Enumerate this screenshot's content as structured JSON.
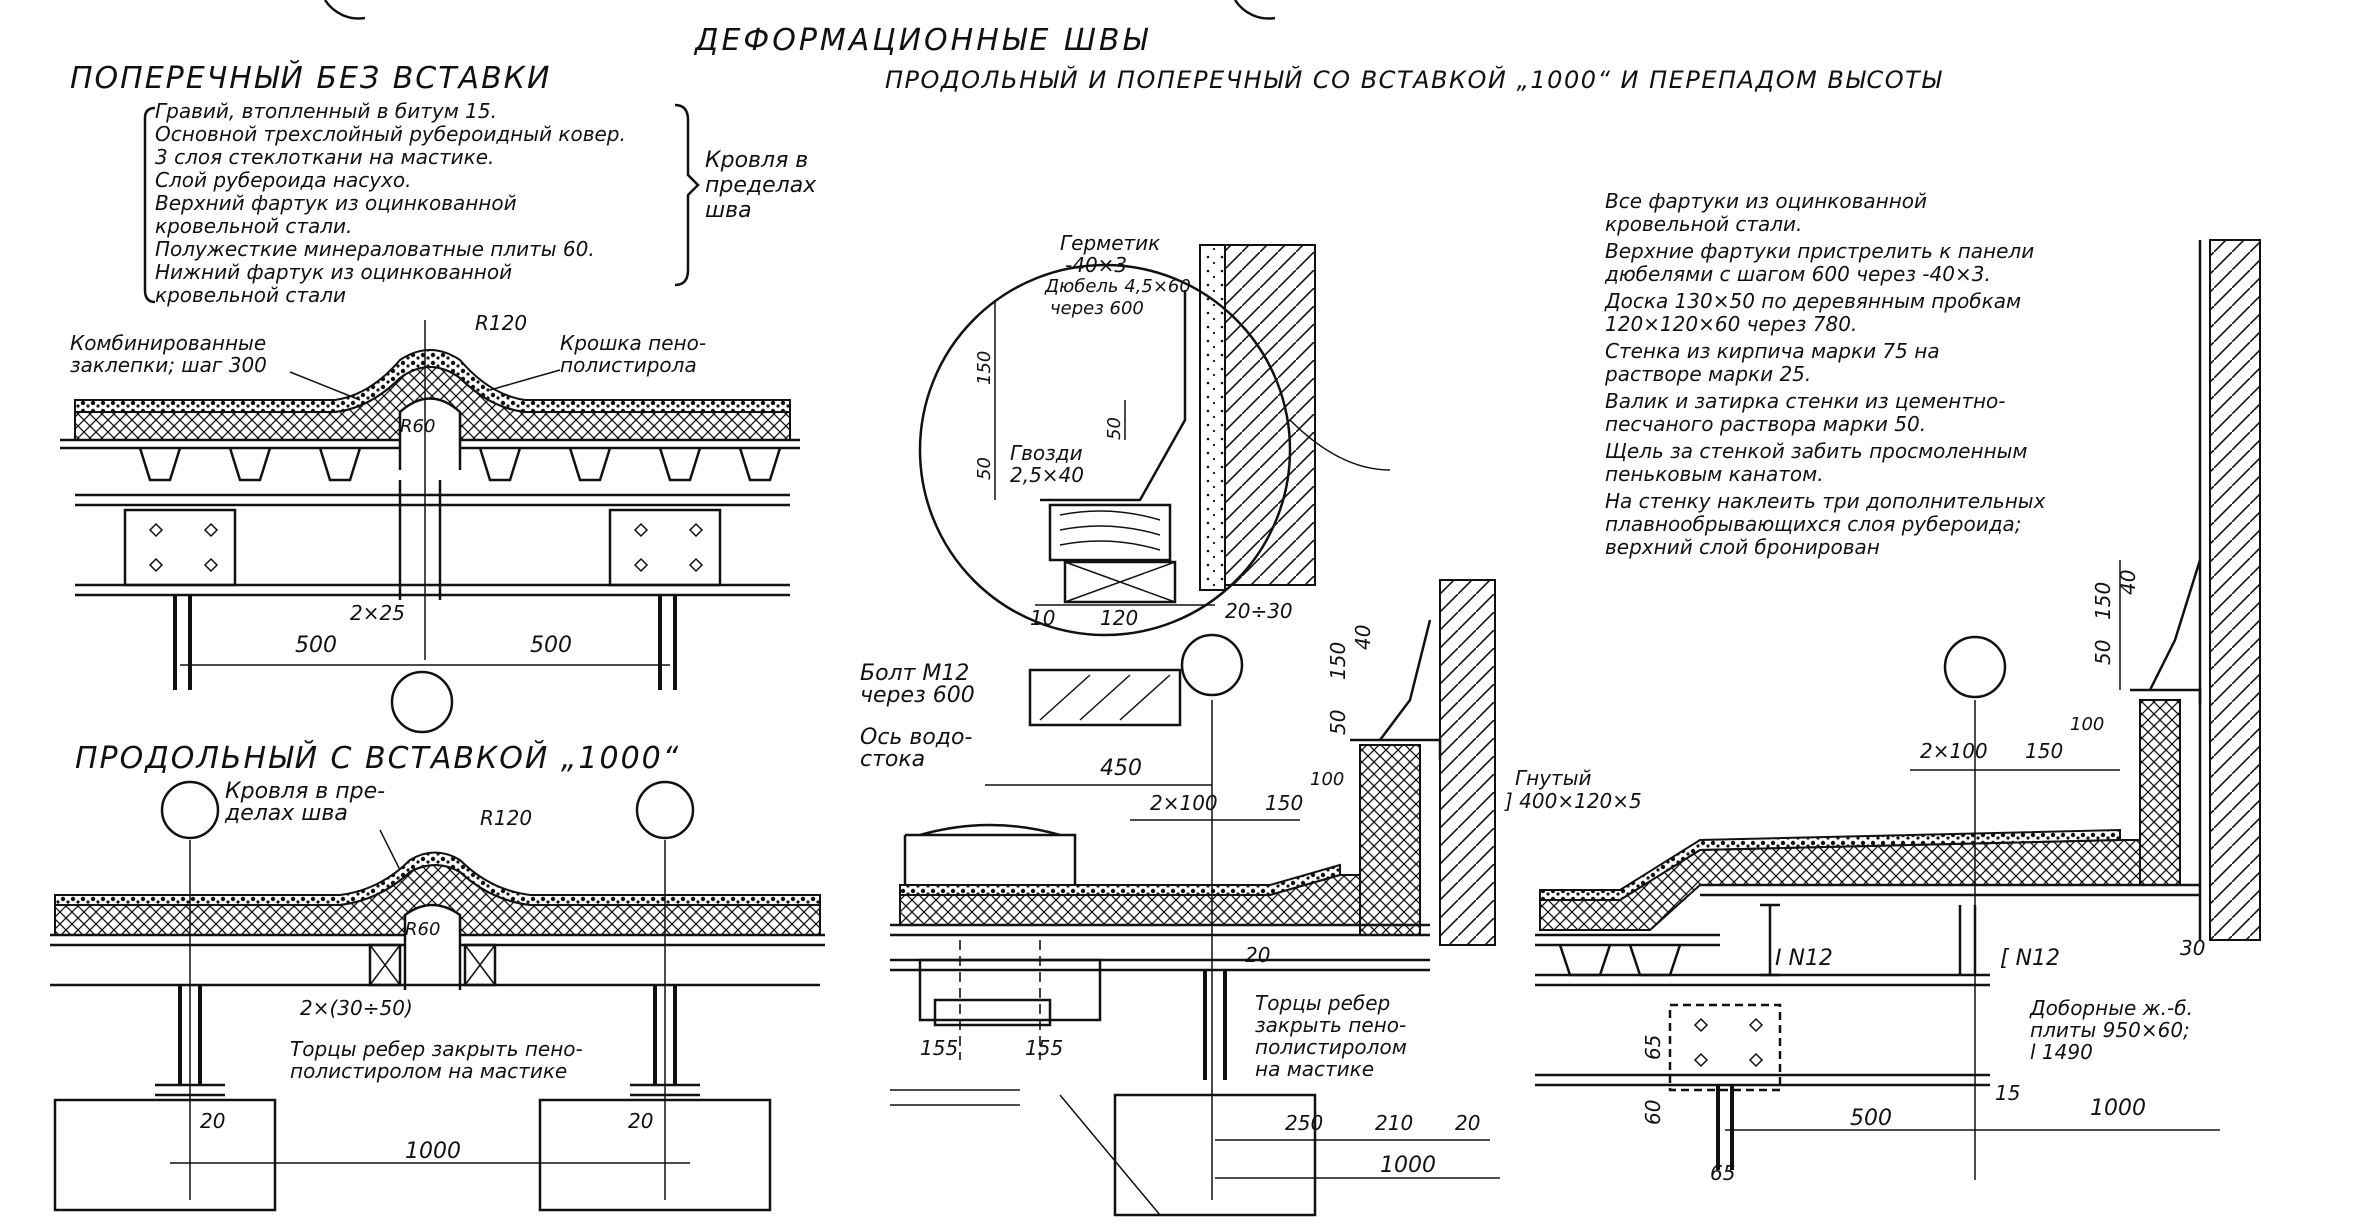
{
  "titles": {
    "main": "ДЕФОРМАЦИОННЫЕ ШВЫ",
    "transverse_no_insert": "ПОПЕРЕЧНЫЙ БЕЗ ВСТАВКИ",
    "long_and_trans_insert": "ПРОДОЛЬНЫЙ И ПОПЕРЕЧНЫЙ СО ВСТАВКОЙ „1000“ И ПЕРЕПАДОМ ВЫСОТЫ",
    "longitudinal_insert": "ПРОДОЛЬНЫЙ С ВСТАВКОЙ „1000“"
  },
  "layers": [
    "Гравий, втопленный в битум     15.",
    "Основной трехслойный рубероидный ковер.",
    "3 слоя стеклоткани на мастике.",
    "Слой рубероида насухо.",
    "Верхний фартук из оцинкованной",
    "    кровельной стали.",
    "Полужесткие минераловатные плиты 60.",
    "Нижний фартук из оцинкованной",
    "    кровельной стали"
  ],
  "roof_within_seam": [
    "Кровля в",
    "пределах",
    "шва"
  ],
  "notes": [
    "Все фартуки из оцинкованной",
    "    кровельной стали.",
    "Верхние фартуки пристрелить к панели",
    "    дюбелями с шагом 600 через -40×3.",
    "Доска 130×50 по деревянным пробкам",
    "    120×120×60  через 780.",
    "Стенка из кирпича марки 75 на",
    "    растворе марки 25.",
    "Валик и затирка стенки из цементно-",
    "    песчаного раствора марки 50.",
    "Щель за стенкой забить просмоленным",
    "    пеньковым канатом.",
    "На стенку наклеить три дополнительных",
    "    плавнообрывающихся слоя рубероида;",
    "    верхний слой бронирован"
  ],
  "labels": {
    "rivets": [
      "Комбинированные",
      "заклепки; шаг 300"
    ],
    "foam_crumb": [
      "Крошка пено-",
      "полистирола"
    ],
    "r120": "R120",
    "r60": "R60",
    "gap_2x25": "2×25",
    "d500": "500",
    "roof_in_seam_2": [
      "Кровля в пре-",
      "делах шва"
    ],
    "gap_2x30_50": "2×(30÷50)",
    "rib_ends": [
      "Торцы ребер закрыть пено-",
      "полистиролом на мастике"
    ],
    "d20": "20",
    "d1000": "1000",
    "sealant": [
      "Герметик",
      "-40×3"
    ],
    "dowel": [
      "Дюбель 4,5×60",
      "через 600"
    ],
    "d150": "150",
    "d50": "50",
    "nails": [
      "Гвозди",
      "2,5×40"
    ],
    "d10": "10",
    "d120": "120",
    "d20_30": "20÷30",
    "d40": "40",
    "bolt": [
      "Болт М12",
      "через 600"
    ],
    "drain_axis": [
      "Ось водо-",
      "стока"
    ],
    "d450": "450",
    "d2x100": "2×100",
    "d100": "100",
    "bent": [
      "Гнутый",
      "] 400×120×5"
    ],
    "rib_ends_3": [
      "Торцы ребер",
      "закрыть пено-",
      "полистиролом",
      "на мастике"
    ],
    "d155": "155",
    "d250": "250",
    "d210": "210",
    "n12_i": "I N12",
    "n12_c": "[ N12",
    "d65": "65",
    "d60": "60",
    "d15": "15",
    "d30": "30",
    "extra_plates": [
      "Доборные ж.-б.",
      "плиты 950×60;",
      "l 1490"
    ]
  }
}
